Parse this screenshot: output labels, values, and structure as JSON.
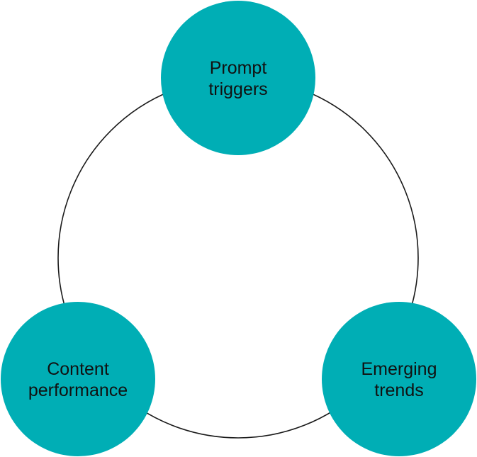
{
  "diagram": {
    "colors": {
      "node_fill": "#00aeb5",
      "ring_stroke": "#1a1a1a",
      "text": "#111111"
    },
    "nodes": [
      {
        "line1": "Prompt",
        "line2": "triggers"
      },
      {
        "line1": "Emerging",
        "line2": "trends"
      },
      {
        "line1": "Content",
        "line2": "performance"
      }
    ]
  }
}
